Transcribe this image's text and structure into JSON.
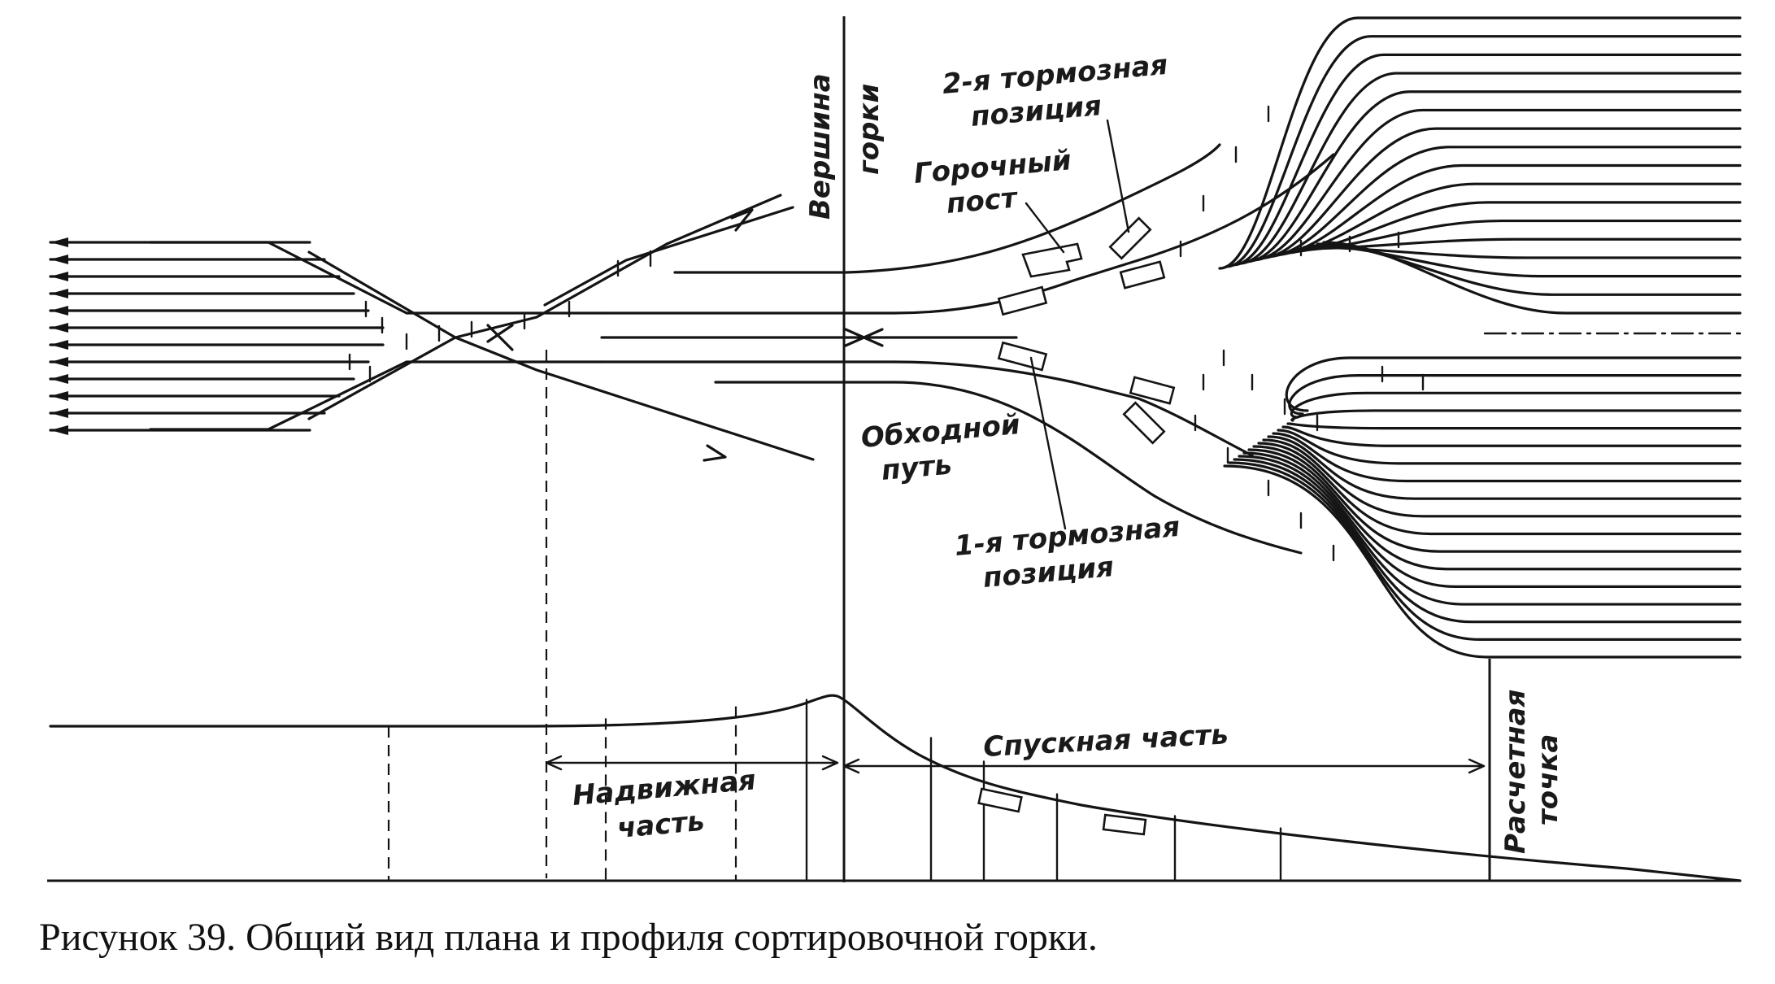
{
  "labels": {
    "brake2_line1": "2-я тормозная",
    "brake2_line2": "позиция",
    "post_line1": "Горочный",
    "post_line2": "пост",
    "summit_line1": "Вершина",
    "summit_line2": "горки",
    "bypass_line1": "Обходной",
    "bypass_line2": "путь",
    "brake1_line1": "1-я тормозная",
    "brake1_line2": "позиция",
    "push_line1": "Надвижная",
    "push_line2": "часть",
    "descent": "Спускная часть",
    "design_line1": "Расчетная",
    "design_line2": "точка"
  },
  "caption": "Рисунок 39. Общий вид плана и профиля сортировочной горки.",
  "colors": {
    "ink": "#141414",
    "paper": "#ffffff"
  }
}
